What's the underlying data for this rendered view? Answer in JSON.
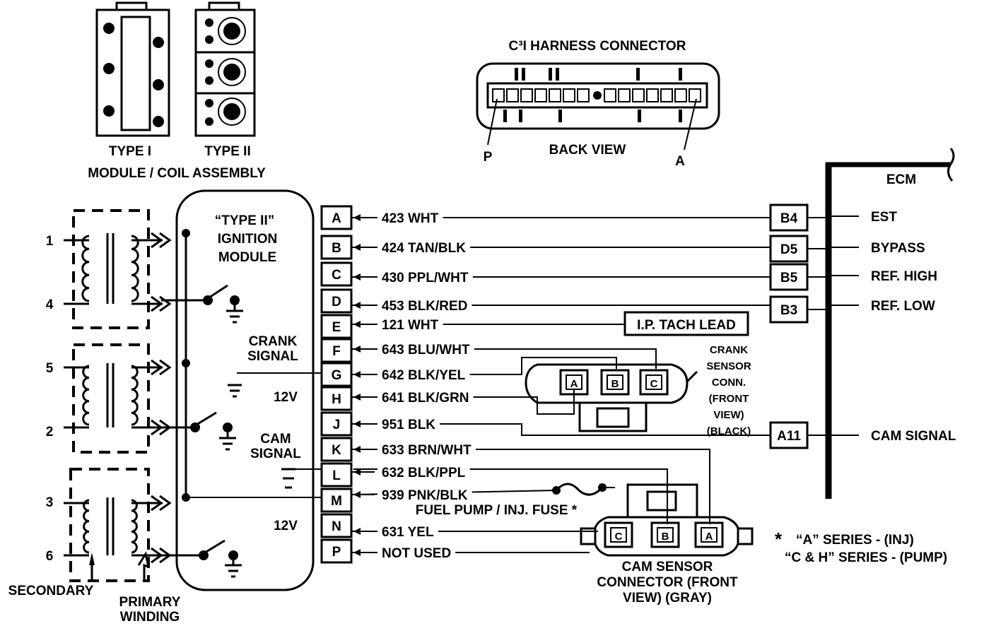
{
  "colors": {
    "ink": "#000000",
    "paper": "#ffffff"
  },
  "module_coil": {
    "type1_label": "TYPE I",
    "type2_label": "TYPE II",
    "assembly_label": "MODULE / COIL ASSEMBLY"
  },
  "harness": {
    "title": "C³I HARNESS CONNECTOR",
    "view_label": "BACK VIEW",
    "pin_p": "P",
    "pin_a": "A"
  },
  "ignition_module": {
    "title_line1": "“TYPE II”",
    "title_line2": "IGNITION",
    "title_line3": "MODULE",
    "crank_line1": "CRANK",
    "crank_line2": "SIGNAL",
    "cam_line1": "CAM",
    "cam_line2": "SIGNAL",
    "v12_upper": "12V",
    "v12_lower": "12V"
  },
  "coils": {
    "labels": [
      "1",
      "4",
      "5",
      "2",
      "3",
      "6"
    ],
    "secondary": "SECONDARY",
    "primary_line1": "PRIMARY",
    "primary_line2": "WINDING"
  },
  "terminals": [
    {
      "pin": "A",
      "wire": "423 WHT"
    },
    {
      "pin": "B",
      "wire": "424 TAN/BLK"
    },
    {
      "pin": "C",
      "wire": "430 PPL/WHT"
    },
    {
      "pin": "D",
      "wire": "453 BLK/RED"
    },
    {
      "pin": "E",
      "wire": "121 WHT"
    },
    {
      "pin": "F",
      "wire": "643 BLU/WHT"
    },
    {
      "pin": "G",
      "wire": "642 BLK/YEL"
    },
    {
      "pin": "H",
      "wire": "641 BLK/GRN"
    },
    {
      "pin": "J",
      "wire": "951 BLK"
    },
    {
      "pin": "K",
      "wire": "633 BRN/WHT"
    },
    {
      "pin": "L",
      "wire": "632 BLK/PPL"
    },
    {
      "pin": "M",
      "wire": "939 PNK/BLK"
    },
    {
      "pin": "N",
      "wire": "631 YEL"
    },
    {
      "pin": "P",
      "wire": "NOT USED"
    }
  ],
  "ecm": {
    "label": "ECM",
    "pins": [
      {
        "pin": "B4",
        "signal": "EST"
      },
      {
        "pin": "D5",
        "signal": "BYPASS"
      },
      {
        "pin": "B5",
        "signal": "REF. HIGH"
      },
      {
        "pin": "B3",
        "signal": "REF. LOW"
      },
      {
        "pin": "A11",
        "signal": "CAM SIGNAL"
      }
    ]
  },
  "tach_lead": "I.P. TACH LEAD",
  "crank_sensor": {
    "line1": "CRANK",
    "line2": "SENSOR",
    "line3": "CONN.",
    "line4": "(FRONT",
    "line5": "VIEW)",
    "line6": "(BLACK)",
    "pins": [
      "A",
      "B",
      "C"
    ]
  },
  "fuse_label": "FUEL PUMP / INJ. FUSE *",
  "cam_sensor": {
    "line1": "CAM SENSOR",
    "line2": "CONNECTOR (FRONT",
    "line3": "VIEW) (GRAY)",
    "pins": [
      "C",
      "B",
      "A"
    ]
  },
  "footnote": {
    "star": "*",
    "line1": "“A”  SERIES - (INJ)",
    "line2": "“C & H”  SERIES - (PUMP)"
  }
}
